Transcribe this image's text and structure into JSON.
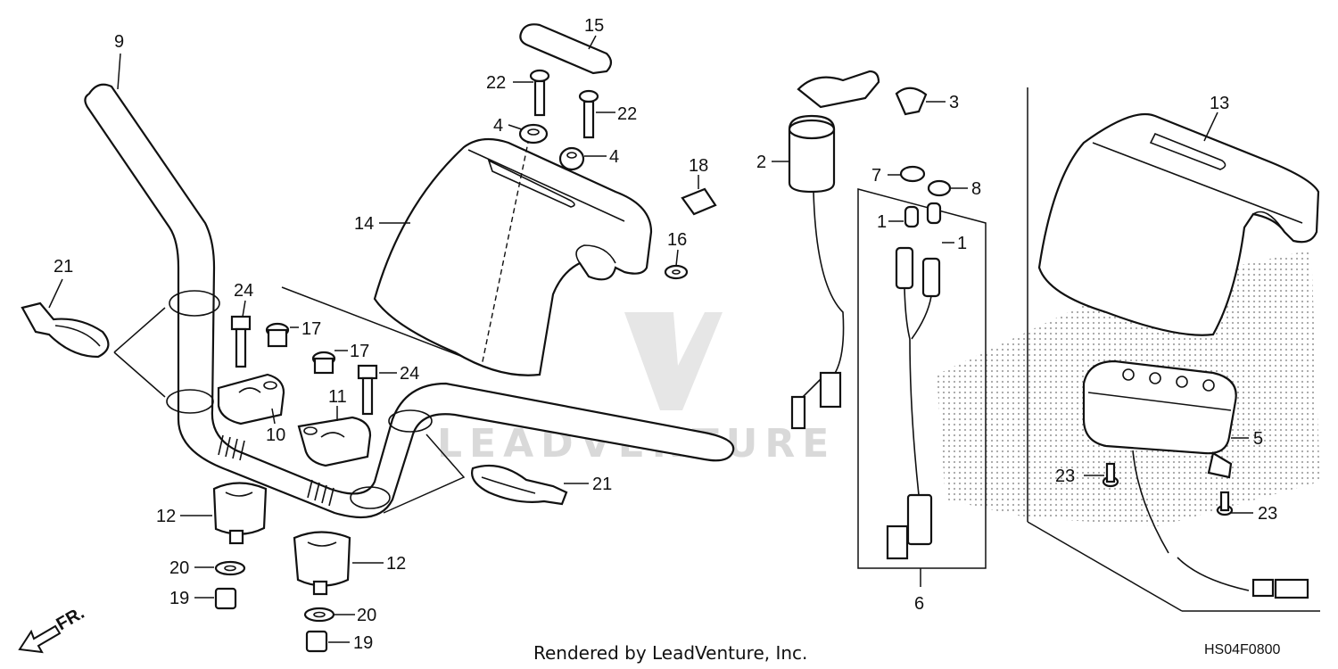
{
  "diagram": {
    "callouts": [
      {
        "id": "c9",
        "label": "9"
      },
      {
        "id": "c15",
        "label": "15"
      },
      {
        "id": "c22a",
        "label": "22"
      },
      {
        "id": "c22b",
        "label": "22"
      },
      {
        "id": "c4a",
        "label": "4"
      },
      {
        "id": "c4b",
        "label": "4"
      },
      {
        "id": "c14",
        "label": "14"
      },
      {
        "id": "c18",
        "label": "18"
      },
      {
        "id": "c16",
        "label": "16"
      },
      {
        "id": "c21a",
        "label": "21"
      },
      {
        "id": "c21b",
        "label": "21"
      },
      {
        "id": "c24a",
        "label": "24"
      },
      {
        "id": "c24b",
        "label": "24"
      },
      {
        "id": "c17a",
        "label": "17"
      },
      {
        "id": "c17b",
        "label": "17"
      },
      {
        "id": "c10",
        "label": "10"
      },
      {
        "id": "c11",
        "label": "11"
      },
      {
        "id": "c12a",
        "label": "12"
      },
      {
        "id": "c12b",
        "label": "12"
      },
      {
        "id": "c20a",
        "label": "20"
      },
      {
        "id": "c20b",
        "label": "20"
      },
      {
        "id": "c19a",
        "label": "19"
      },
      {
        "id": "c19b",
        "label": "19"
      },
      {
        "id": "c2",
        "label": "2"
      },
      {
        "id": "c3",
        "label": "3"
      },
      {
        "id": "c7",
        "label": "7"
      },
      {
        "id": "c8",
        "label": "8"
      },
      {
        "id": "c1a",
        "label": "1"
      },
      {
        "id": "c1b",
        "label": "1"
      },
      {
        "id": "c6",
        "label": "6"
      },
      {
        "id": "c13",
        "label": "13"
      },
      {
        "id": "c5",
        "label": "5"
      },
      {
        "id": "c23a",
        "label": "23"
      },
      {
        "id": "c23b",
        "label": "23"
      }
    ],
    "front_marker": "FR.",
    "watermark": "LEADVENTURE",
    "footer": "Rendered by LeadVenture, Inc.",
    "diagram_code": "HS04F0800"
  }
}
